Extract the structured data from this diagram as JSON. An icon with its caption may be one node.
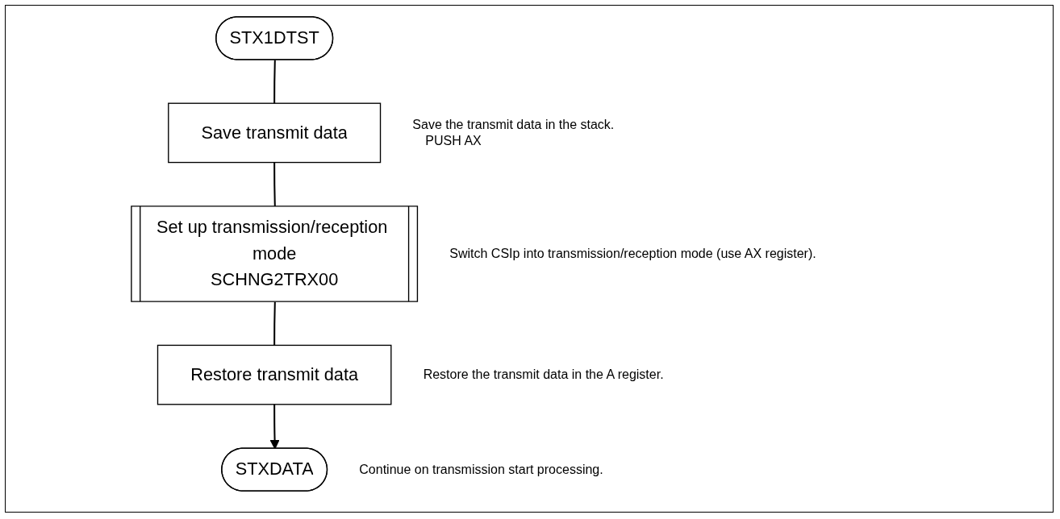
{
  "diagram": {
    "nodes": [
      {
        "text": [
          "STX1DTST"
        ]
      },
      {
        "text": [
          "Save transmit data"
        ],
        "beside": [
          "Save the transmit data in the stack.",
          "PUSH AX"
        ]
      },
      {
        "text": [
          "Set up transmission/reception mode",
          "SCHNG2TRX00"
        ],
        "beside": [
          "Switch CSIp into transmission/reception mode (use AX register)."
        ]
      },
      {
        "text": [
          "Restore transmit data"
        ],
        "beside": [
          "Restore the transmit data in the A register."
        ]
      },
      {
        "text": [
          "STXDATA"
        ],
        "beside": [
          "Continue on transmission start processing."
        ]
      }
    ],
    "edges": [
      {
        "from": 0,
        "to": 1,
        "arrow": "none"
      },
      {
        "from": 1,
        "to": 2,
        "arrow": "none"
      },
      {
        "from": 2,
        "to": 3,
        "arrow": "none"
      },
      {
        "from": 3,
        "to": 4,
        "arrow": "to"
      }
    ]
  }
}
